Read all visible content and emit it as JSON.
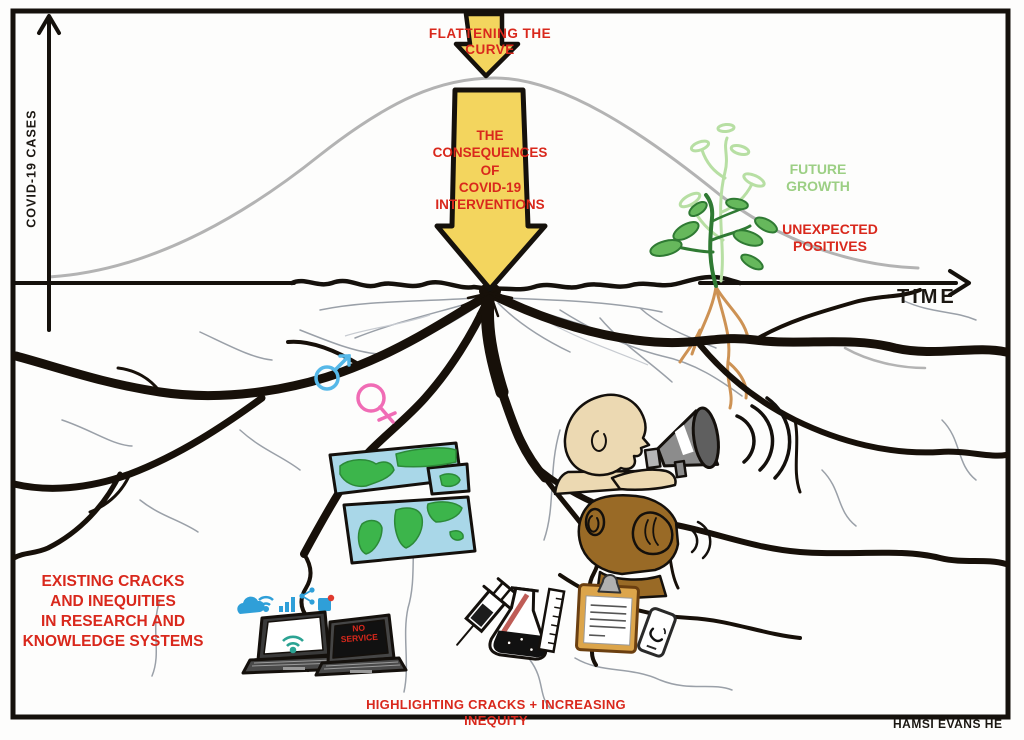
{
  "diagram": {
    "top_label": "FLATTENING THE CURVE",
    "arrow_label": "THE\nCONSEQUENCES\nOF\nCOVID-19\nINTERVENTIONS",
    "axes": {
      "y_label": "COVID-19 CASES",
      "x_label": "TIME"
    },
    "annotations": {
      "future_growth": "FUTURE\nGROWTH",
      "unexpected_positives": "UNEXPECTED\nPOSITIVES",
      "existing_cracks": "EXISTING CRACKS\nAND INEQUITIES\nIN RESEARCH AND\nKNOWLEDGE SYSTEMS",
      "highlighting_cracks": "HIGHLIGHTING CRACKS + INCREASING INEQUITY"
    },
    "laptop_screen_text": "NO\nSERVICE",
    "signature": "HAMSI EVANS HE",
    "colors": {
      "annotation_red": "#d9281c",
      "arrow_yellow": "#f3d55e",
      "curve_gray": "#b3b3b3",
      "future_growth_green": "#9ccf84",
      "plant_green": "#66b85c",
      "male_blue": "#56b8e8",
      "female_pink": "#f06cb5",
      "map_water_blue": "#a9d7e8",
      "map_land_green": "#3cb54b",
      "root_black": "#171009",
      "plant_root_orange": "#cd9254",
      "skin_light": "#ecd9b2",
      "skin_brown": "#996a26",
      "clipboard_tan": "#dca54b",
      "wifi_teal": "#2ba393",
      "icon_blue": "#2f9fd8"
    },
    "icons": [
      "down-block-arrow-icon",
      "male-symbol-icon",
      "female-symbol-icon",
      "torn-world-map-icon",
      "connected-laptop-icon",
      "no-service-laptop-icon",
      "network-signal-icons",
      "megaphone-speaker-person-icon",
      "listening-person-icon",
      "syringe-icon",
      "flask-icon",
      "measuring-cylinder-icon",
      "clipboard-icon",
      "smartphone-icon",
      "seedling-icon",
      "sketch-plant-icon",
      "roots-and-cracks"
    ]
  }
}
